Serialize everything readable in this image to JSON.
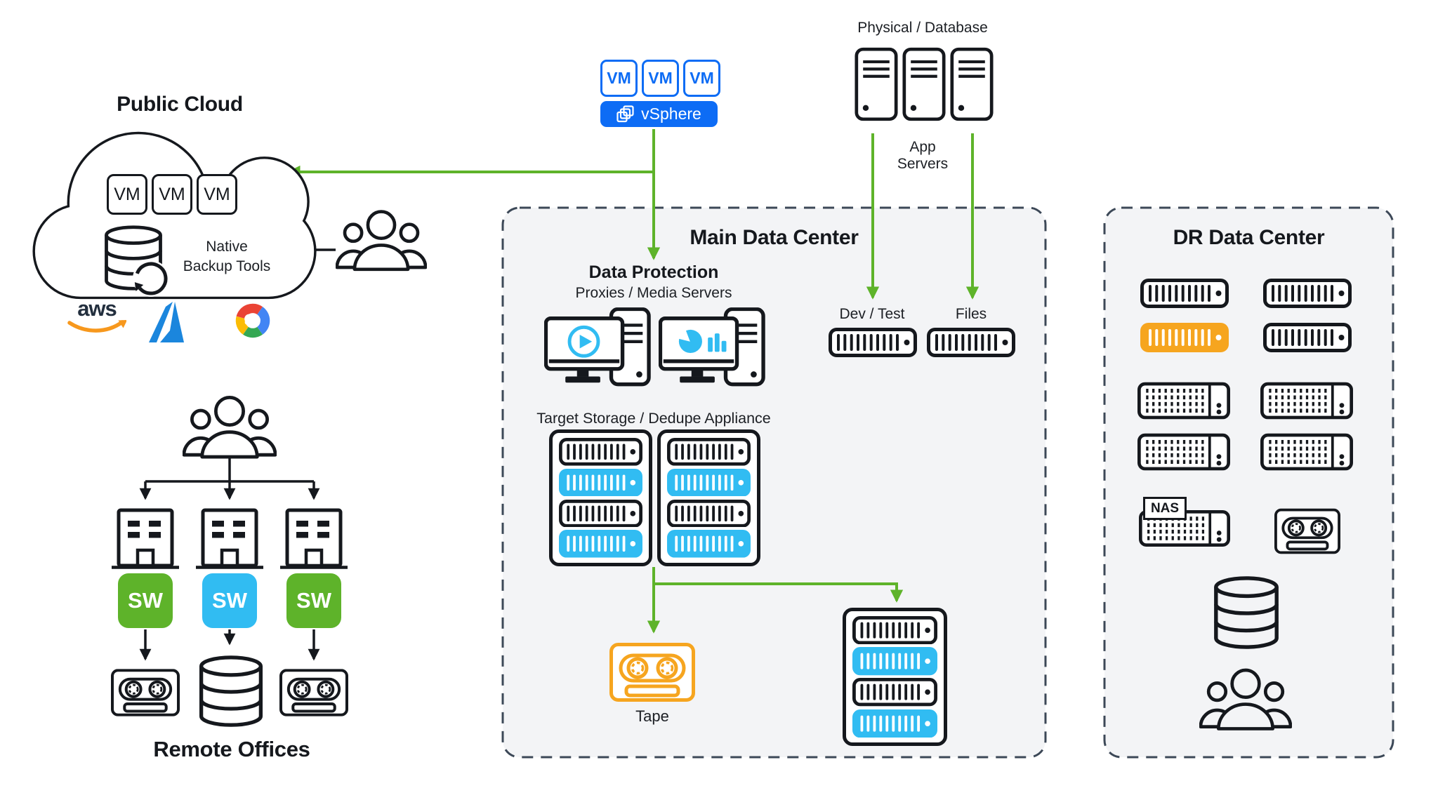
{
  "cloud": {
    "title": "Public Cloud",
    "vms": [
      "VM",
      "VM",
      "VM"
    ],
    "backup_line1": "Native",
    "backup_line2": "Backup Tools",
    "aws_text": "aws"
  },
  "vsphere": {
    "vms": [
      "VM",
      "VM",
      "VM"
    ],
    "label": "vSphere"
  },
  "physical": {
    "title": "Physical / Database",
    "caption": "App Servers"
  },
  "main": {
    "title": "Main Data Center",
    "dp_title": "Data Protection",
    "dp_sub": "Proxies / Media Servers",
    "storage_title": "Target Storage / Dedupe Appliance",
    "dev_test": "Dev / Test",
    "files": "Files",
    "tape": "Tape"
  },
  "dr": {
    "title": "DR Data Center",
    "nas": "NAS"
  },
  "remote": {
    "title": "Remote Offices",
    "sw": [
      "SW",
      "SW",
      "SW"
    ]
  },
  "colors": {
    "ink": "#15181d",
    "green": "#5eb32a",
    "blue": "#0d6cf5",
    "cyan": "#31bcf2",
    "orange": "#f6a51f",
    "dash": "#3c4857",
    "panelbg": "#f3f4f6",
    "awsink": "#232f3e",
    "awsorange": "#f7981d",
    "azure": "#1b86dd",
    "gred": "#ea4335",
    "gyellow": "#fbbc05",
    "ggreen": "#34a853",
    "gblue": "#4285f4"
  }
}
